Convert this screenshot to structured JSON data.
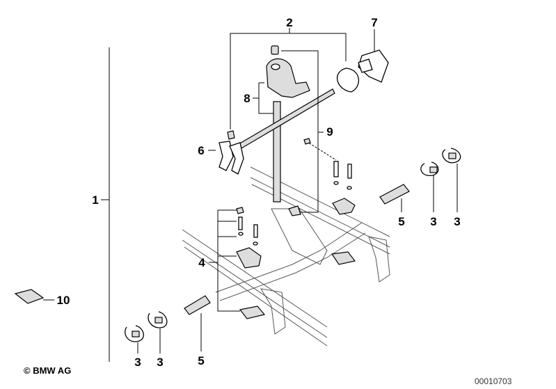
{
  "diagram": {
    "callouts": {
      "c1": "1",
      "c2": "2",
      "c3a": "3",
      "c3b": "3",
      "c3c": "3",
      "c3d": "3",
      "c4": "4",
      "c5a": "5",
      "c5b": "5",
      "c6": "6",
      "c7": "7",
      "c8": "8",
      "c9": "9",
      "c10": "10"
    }
  },
  "footer": {
    "copyright": "© BMW AG",
    "doc_number": "00010703"
  }
}
